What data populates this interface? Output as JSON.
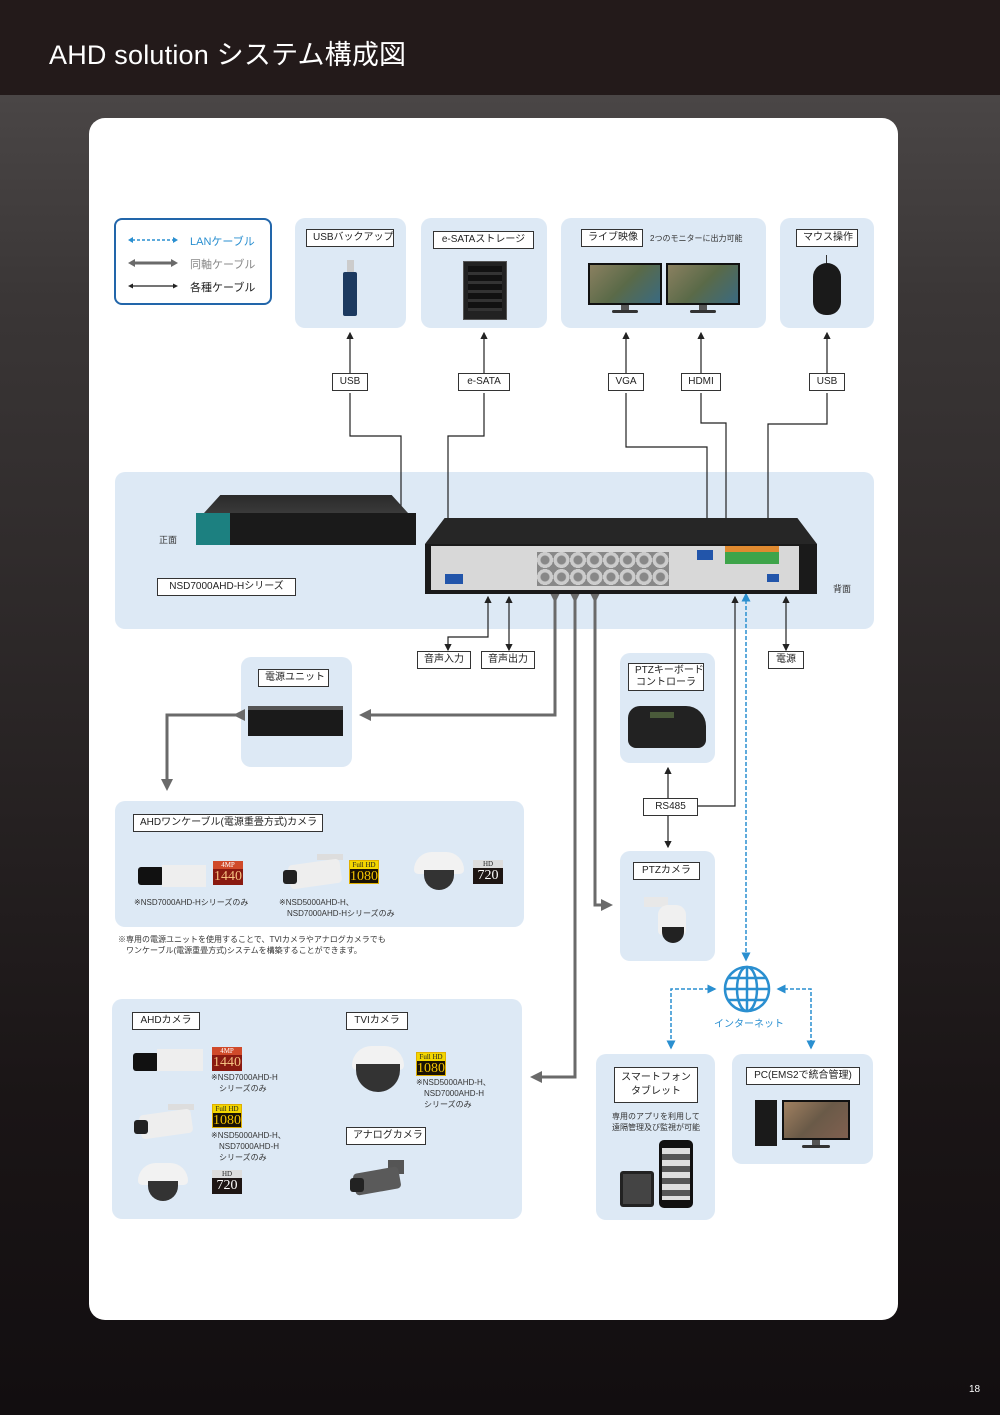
{
  "header": {
    "title": "AHD solution システム構成図"
  },
  "page_number": "18",
  "colors": {
    "lan_cable": "#2a8fd0",
    "coax_cable": "#6a6a6a",
    "other_cable": "#222222",
    "panel_bg": "#dde9f5",
    "header_bg": "#231a1a"
  },
  "legend": {
    "items": [
      {
        "label": "LANケーブル",
        "style": "dashed-blue"
      },
      {
        "label": "同軸ケーブル",
        "style": "thick-gray"
      },
      {
        "label": "各種ケーブル",
        "style": "thin-black"
      }
    ]
  },
  "peripherals": {
    "usb_backup": {
      "label": "USBバックアップ",
      "icon": "usb-stick-icon"
    },
    "esata": {
      "label": "e-SATAストレージ",
      "icon": "storage-icon"
    },
    "live_video": {
      "label": "ライブ映像",
      "note": "2つのモニターに出力可能",
      "icon": "monitor-icon"
    },
    "mouse": {
      "label": "マウス操作",
      "icon": "mouse-icon"
    }
  },
  "ports": {
    "usb1": "USB",
    "esata": "e-SATA",
    "vga": "VGA",
    "hdmi": "HDMI",
    "usb2": "USB",
    "audio_in": "音声入力",
    "audio_out": "音声出力",
    "power": "電源",
    "rs485": "RS485"
  },
  "recorder": {
    "front_label": "正面",
    "back_label": "背面",
    "series_label": "NSD7000AHD-Hシリーズ"
  },
  "power_unit": {
    "label": "電源ユニット"
  },
  "ptz_keyboard": {
    "label_line1": "PTZキーボード",
    "label_line2": "コントローラ"
  },
  "ptz_camera": {
    "label": "PTZカメラ"
  },
  "one_cable": {
    "label": "AHDワンケーブル(電源重畳方式)カメラ",
    "cameras": [
      {
        "type": "box",
        "badge_top": "4MP",
        "badge_main": "1440",
        "note": "※NSD7000AHD-Hシリーズのみ"
      },
      {
        "type": "bullet",
        "badge_top": "Full HD",
        "badge_main": "1080",
        "note": "※NSD5000AHD-H、\n　NSD7000AHD-Hシリーズのみ"
      },
      {
        "type": "dome",
        "badge_top": "HD",
        "badge_main": "720",
        "note": ""
      }
    ],
    "footnote": "※専用の電源ユニットを使用することで、TVIカメラやアナログカメラでも\n　ワンケーブル(電源重畳方式)システムを構築することができます。"
  },
  "camera_panel": {
    "ahd_label": "AHDカメラ",
    "ahd_cameras": [
      {
        "type": "box",
        "badge_top": "4MP",
        "badge_main": "1440",
        "note": "※NSD7000AHD-H\n　シリーズのみ"
      },
      {
        "type": "bullet",
        "badge_top": "Full HD",
        "badge_main": "1080",
        "note": "※NSD5000AHD-H、\n　NSD7000AHD-H\n　シリーズのみ"
      },
      {
        "type": "dome",
        "badge_top": "HD",
        "badge_main": "720",
        "note": ""
      }
    ],
    "tvi_label": "TVIカメラ",
    "tvi_camera": {
      "type": "dome",
      "badge_top": "Full HD",
      "badge_main": "1080",
      "note": "※NSD5000AHD-H、\n　NSD7000AHD-H\n　シリーズのみ"
    },
    "analog_label": "アナログカメラ"
  },
  "internet": {
    "label": "インターネット"
  },
  "smartphone": {
    "label_line1": "スマートフォン",
    "label_line2": "タブレット",
    "note": "専用のアプリを利用して\n遠隔管理及び監視が可能"
  },
  "pc": {
    "label": "PC(EMS2で統合管理)"
  }
}
